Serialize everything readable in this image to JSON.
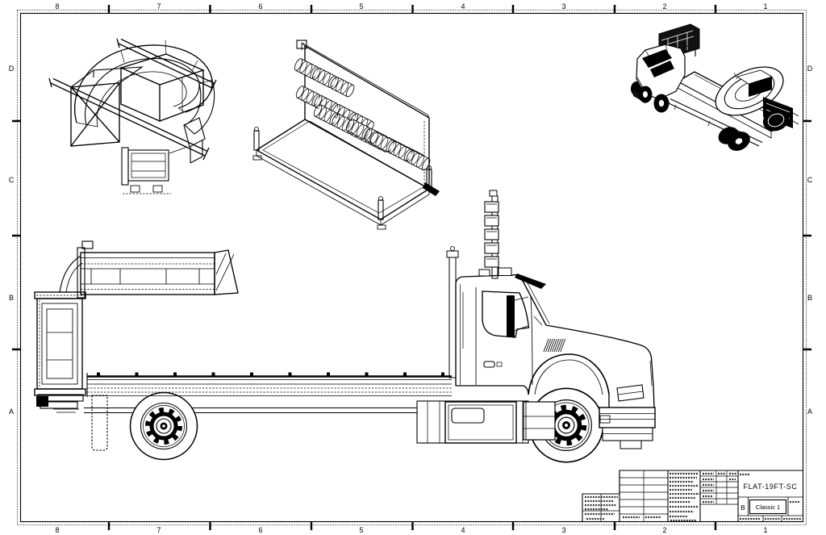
{
  "sheet": {
    "background": "#ffffff",
    "ink": "#000000"
  },
  "border": {
    "zone_numbers": [
      "8",
      "7",
      "6",
      "5",
      "4",
      "3",
      "2",
      "1"
    ],
    "zone_letters": [
      "D",
      "C",
      "B",
      "A"
    ]
  },
  "title_block": {
    "drawing_title": "FLAT-19FT-SC",
    "model_label": "Classic 1",
    "size_letter": "B"
  }
}
